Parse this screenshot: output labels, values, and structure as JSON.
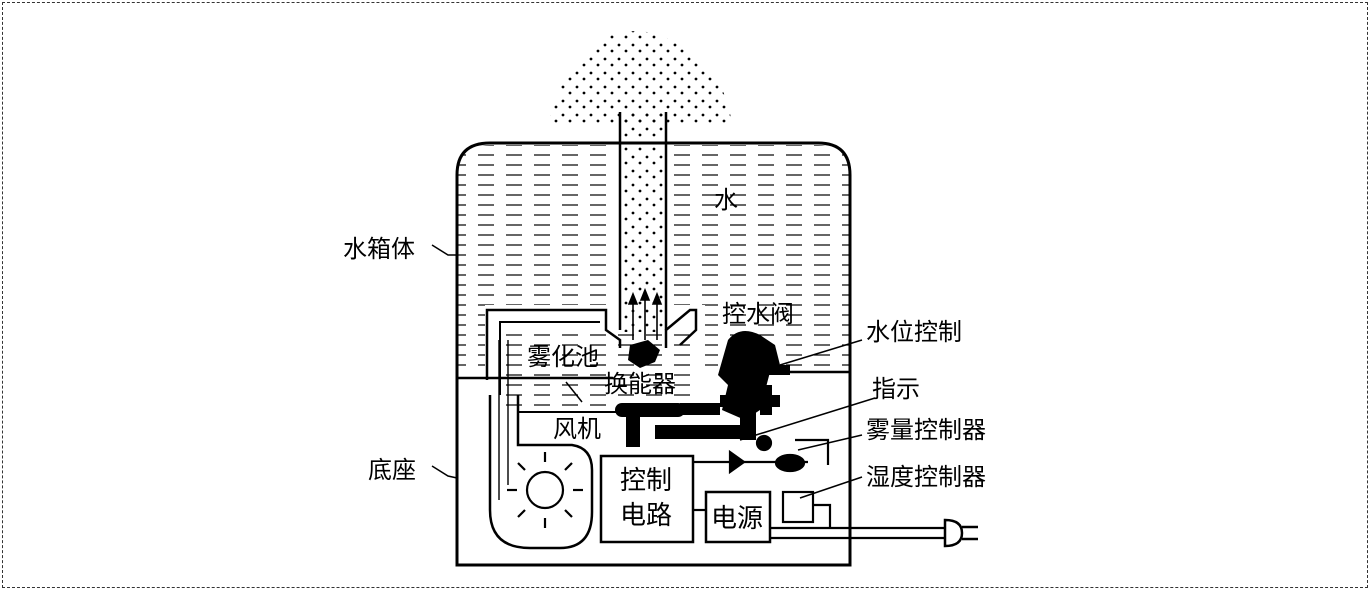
{
  "labels": {
    "water": "水",
    "tank_body": "水箱体",
    "water_control_valve": "控水阀",
    "water_level_control": "水位控制",
    "atomizing_pool": "雾化池",
    "transducer": "换能器",
    "indicator": "指示",
    "fan": "风机",
    "mist_controller": "雾量控制器",
    "base": "底座",
    "control_circuit_line1": "控制",
    "control_circuit_line2": "电路",
    "power_supply": "电源",
    "humidity_controller": "湿度控制器"
  }
}
